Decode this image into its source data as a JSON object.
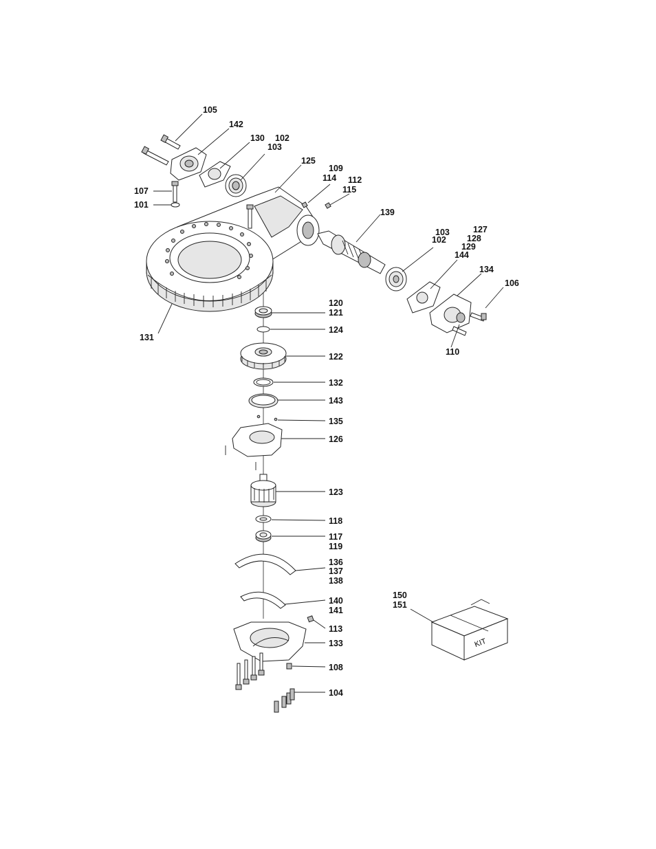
{
  "callouts": {
    "c105": "105",
    "c142": "142",
    "c130": "130",
    "c102a": "102",
    "c103a": "103",
    "c125": "125",
    "c109": "109",
    "c114": "114",
    "c112": "112",
    "c115": "115",
    "c107": "107",
    "c101": "101",
    "c139": "139",
    "c103b": "103",
    "c102b": "102",
    "c127": "127",
    "c128": "128",
    "c129": "129",
    "c144": "144",
    "c134": "134",
    "c106": "106",
    "c110": "110",
    "c131": "131",
    "c120": "120",
    "c121": "121",
    "c124": "124",
    "c122": "122",
    "c132": "132",
    "c143": "143",
    "c135": "135",
    "c126": "126",
    "c123": "123",
    "c118": "118",
    "c117": "117",
    "c119": "119",
    "c136": "136",
    "c137": "137",
    "c138": "138",
    "c140": "140",
    "c141": "141",
    "c113": "113",
    "c133": "133",
    "c108": "108",
    "c104": "104",
    "c150": "150",
    "c151": "151"
  },
  "kit_box_text": "KIT"
}
